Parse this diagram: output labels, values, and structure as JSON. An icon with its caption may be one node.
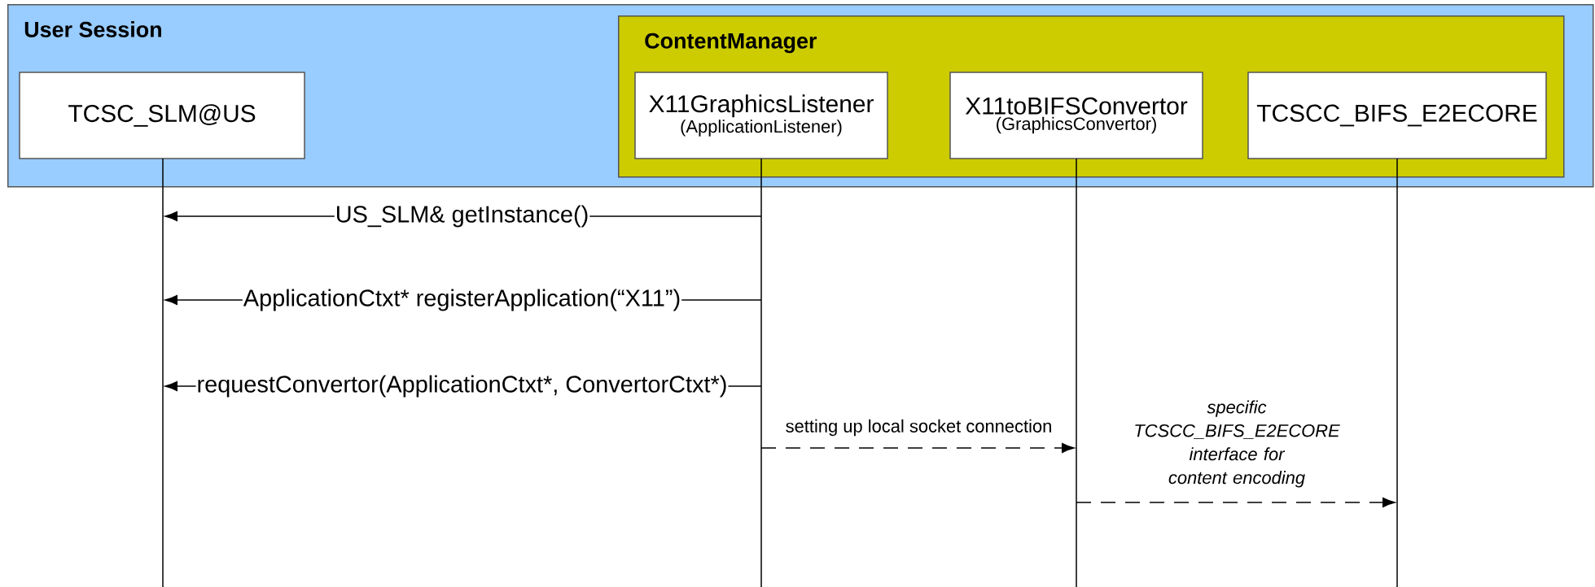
{
  "diagram": {
    "nodes": [
      {
        "text": [
          "User Session"
        ]
      },
      {
        "text": [
          "ContentManager"
        ],
        "in": 0
      },
      {
        "text": [
          "TCSC_SLM@US"
        ],
        "in": 0
      },
      {
        "text": [
          "X11GraphicsListener",
          "(ApplicationListener)"
        ],
        "in": 1
      },
      {
        "text": [
          "X11toBIFSConvertor",
          "(GraphicsConvertor)"
        ],
        "in": 1
      },
      {
        "text": [
          "TCSCC_BIFS_E2ECORE"
        ],
        "in": 1
      },
      {
        "text": [],
        "shape": "line"
      },
      {
        "text": [],
        "shape": "line"
      },
      {
        "text": [],
        "shape": "line"
      },
      {
        "text": [],
        "shape": "line"
      }
    ],
    "edges": [
      {
        "from": 7,
        "to": 6,
        "arrow": "to",
        "label": "US_SLM& getInstance()"
      },
      {
        "from": 7,
        "to": 6,
        "arrow": "to",
        "label": "ApplicationCtxt* registerApplication(“X11”)"
      },
      {
        "from": 7,
        "to": 6,
        "arrow": "to",
        "label": "requestConvertor(ApplicationCtxt*, ConvertorCtxt*)"
      },
      {
        "from": 7,
        "to": 8,
        "arrow": "to",
        "style": "dashed",
        "label": "setting up local socket connection"
      },
      {
        "from": 8,
        "to": 9,
        "arrow": "to",
        "style": "dashed",
        "label": "specific TCSCC_BIFS_E2ECORE interface for content encoding"
      }
    ]
  }
}
